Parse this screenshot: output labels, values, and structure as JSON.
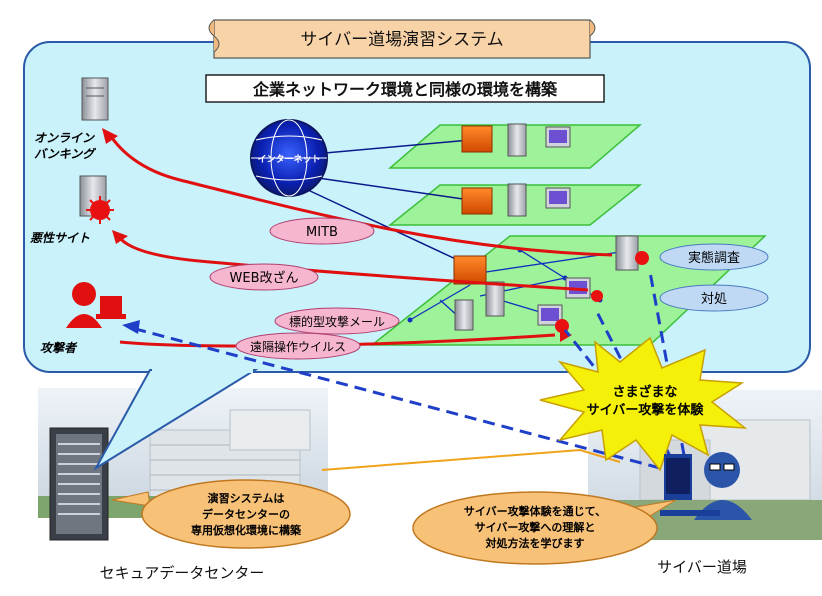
{
  "title": "サイバー道場演習システム",
  "subtitle": "企業ネットワーク環境と同様の環境を構築",
  "internet_label": "インターネット",
  "left_targets": {
    "online_banking": [
      "オンライン",
      "バンキング"
    ],
    "malicious_site": "悪性サイト",
    "attacker": "攻撃者"
  },
  "attacks": {
    "mitb": "MITB",
    "web_tamper": "WEB改ざん",
    "targeted_mail": "標的型攻撃メール",
    "remote_virus": "遠隔操作ウイルス"
  },
  "responses": {
    "investigation": "実態調査",
    "countermeasure": "対処"
  },
  "burst": [
    "さまざまな",
    "サイバー攻撃を体験"
  ],
  "callout_left": [
    "演習システムは",
    "データセンターの",
    "専用仮想化環境に構築"
  ],
  "callout_right": [
    "サイバー攻撃体験を通じて、",
    "サイバー攻撃への理解と",
    "対処方法を学びます"
  ],
  "bottom_labels": {
    "datacenter": "セキュアデータセンター",
    "dojo": "サイバー道場"
  },
  "colors": {
    "panel": "#c9f2fb",
    "panel_border": "#2a5aa8",
    "attack_line": "#e01010",
    "dashed_line": "#1f3fc8",
    "pink_pill": "#f7b6cf",
    "blue_pill": "#bfd9f5",
    "green_platform": "#9ef29a",
    "scroll": "#f9d3a8",
    "burst": "#f4f00a",
    "callout": "#f8c178"
  }
}
